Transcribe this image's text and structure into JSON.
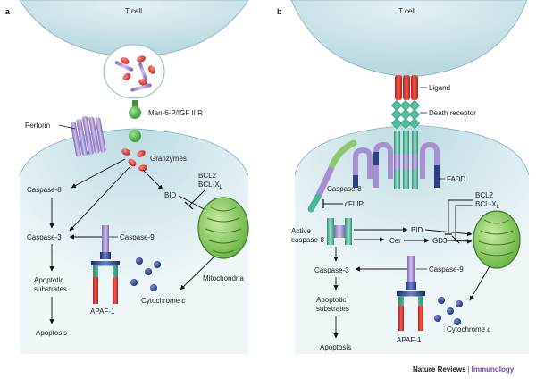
{
  "panel_a": {
    "letter": "a",
    "t_cell": "T cell",
    "receptor": "Man-6-P/IGF II R",
    "perforin": "Perforin",
    "granzymes": "Granzymes",
    "bid": "BID",
    "bcl2": "BCL2",
    "bclxl": "BCL-X",
    "bclxl_sub": "L",
    "caspase8": "Caspase-8",
    "caspase3": "Caspase-3",
    "caspase9": "Caspase-9",
    "apoptotic": "Apoptotic",
    "substrates": "substrates",
    "apoptosis": "Apoptosis",
    "apaf1": "APAF-1",
    "cytochrome": "Cytochrome ",
    "cytochrome_c": "c",
    "mitochondria": "Mitochondria"
  },
  "panel_b": {
    "letter": "b",
    "t_cell": "T cell",
    "ligand": "Ligand",
    "death_receptor": "Death receptor",
    "fadd": "FADD",
    "caspase8": "Caspase-8",
    "cflip": "cFLIP",
    "bcl2": "BCL2",
    "bclxl": "BCL-X",
    "bclxl_sub": "L",
    "active": "Active",
    "active_caspase8": "caspase-8",
    "bid": "BID",
    "cer": "Cer",
    "gd3": "GD3",
    "caspase3": "Caspase-3",
    "caspase9": "Caspase-9",
    "apoptotic": "Apoptotic",
    "substrates": "substrates",
    "apoptosis": "Apoptosis",
    "apaf1": "APAF-1",
    "cytochrome": "Cytochrome ",
    "cytochrome_c": "c"
  },
  "credit": {
    "brand": "Nature Reviews",
    "separator": "|",
    "journal": "Immunology"
  },
  "colors": {
    "cell": "#cde4ea",
    "red": "#d12a2a",
    "purple": "#a88fd0",
    "teal": "#47b59a",
    "navy": "#2b3f8c",
    "mito_green": "#7cc04a"
  }
}
